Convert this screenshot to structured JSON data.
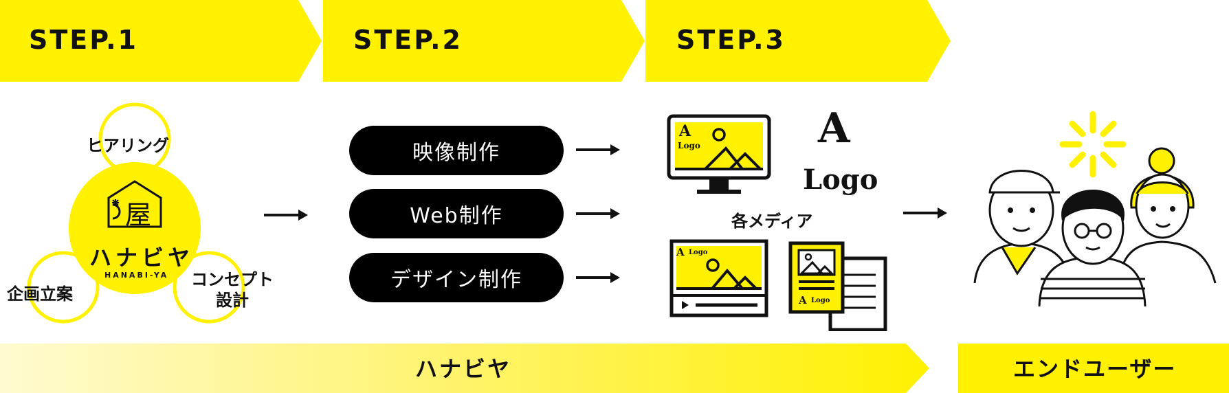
{
  "steps": [
    {
      "label": "STEP.1"
    },
    {
      "label": "STEP.2"
    },
    {
      "label": "STEP.3"
    }
  ],
  "step1": {
    "hearing": "ヒアリング",
    "planning": "企画立案",
    "concept_line1": "コンセプト",
    "concept_line2": "設計",
    "logo_mark": "屋",
    "logo_kana": "ハナビヤ",
    "logo_roman": "HANABI-YA"
  },
  "step2": {
    "items": [
      "映像制作",
      "Web制作",
      "デザイン制作"
    ]
  },
  "step3": {
    "media_label": "各メディア",
    "big_logo_a": "A",
    "big_logo_word": "Logo",
    "thumb_a": "A",
    "thumb_word": "Logo"
  },
  "footer": {
    "hanabiya": "ハナビヤ",
    "end_user": "エンドユーザー"
  },
  "colors": {
    "accent": "#fff100",
    "ink": "#111111"
  }
}
